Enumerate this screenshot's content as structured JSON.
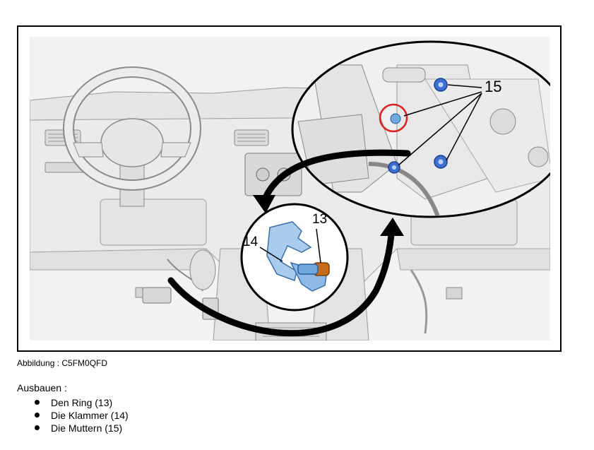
{
  "figure": {
    "callouts": {
      "ring": "13",
      "clip": "14",
      "nuts": "15"
    },
    "caption": "Abbildung : C5FM0QFD"
  },
  "instructions": {
    "heading": "Ausbauen :",
    "items": [
      {
        "label": "Den Ring (13)"
      },
      {
        "label": "Die Klammer (14)"
      },
      {
        "label": "Die Muttern (15)"
      }
    ]
  },
  "colors": {
    "highlight_ring": "#e02020",
    "part_blue": "#6fa8dc",
    "nut_blue": "#3d6fd0",
    "ring_orange": "#c86a18"
  }
}
